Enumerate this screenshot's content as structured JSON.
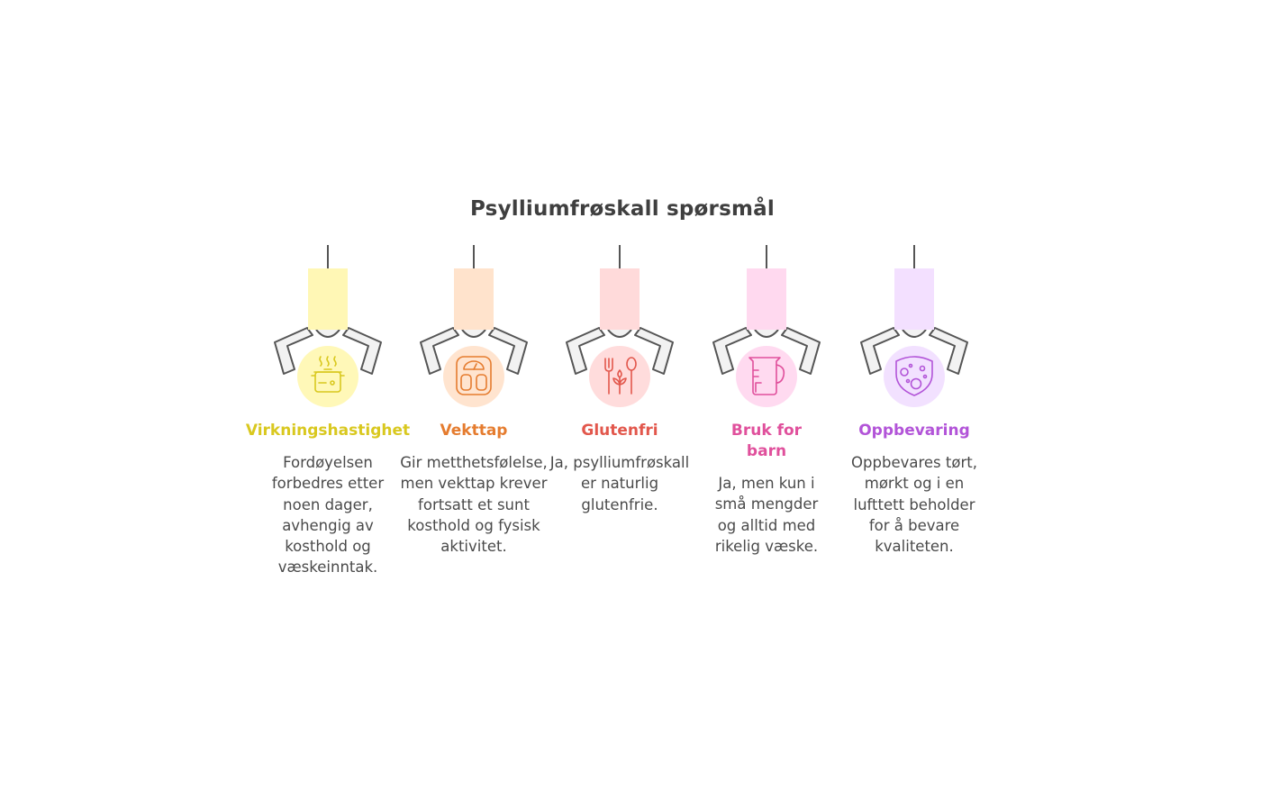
{
  "title": "Psylliumfrøskall spørsmål",
  "items": [
    {
      "label": "Virkningshastighet",
      "desc": "Fordøyelsen forbedres etter noen dager, avhengig av kosthold og væskeinntak.",
      "color": "#d9c81f",
      "block": "#fff7b5",
      "circle": "#fff8b8",
      "icon": "cooking-pot-icon"
    },
    {
      "label": "Vekttap",
      "desc": "Gir metthetsfølelse, men vekttap krever fortsatt et sunt kosthold og fysisk aktivitet.",
      "color": "#e57c2f",
      "block": "#ffe3cc",
      "circle": "#ffe4cf",
      "icon": "weight-scale-icon"
    },
    {
      "label": "Glutenfri",
      "desc": "Ja, psylliumfrøskall er naturlig glutenfrie.",
      "color": "#e2574c",
      "block": "#ffdada",
      "circle": "#ffdcdc",
      "icon": "fork-spoon-wheat-icon"
    },
    {
      "label": "Bruk for barn",
      "desc": "Ja, men kun i små mengder og alltid med rikelig væske.",
      "color": "#e0509c",
      "block": "#ffd9ef",
      "circle": "#ffdaf0",
      "icon": "measuring-jug-icon"
    },
    {
      "label": "Oppbevaring",
      "desc": "Oppbevares tørt, mørkt og i en lufttett beholder for å bevare kvaliteten.",
      "color": "#b254d8",
      "block": "#f3e0ff",
      "circle": "#f2e1ff",
      "icon": "cheese-shield-icon"
    }
  ]
}
